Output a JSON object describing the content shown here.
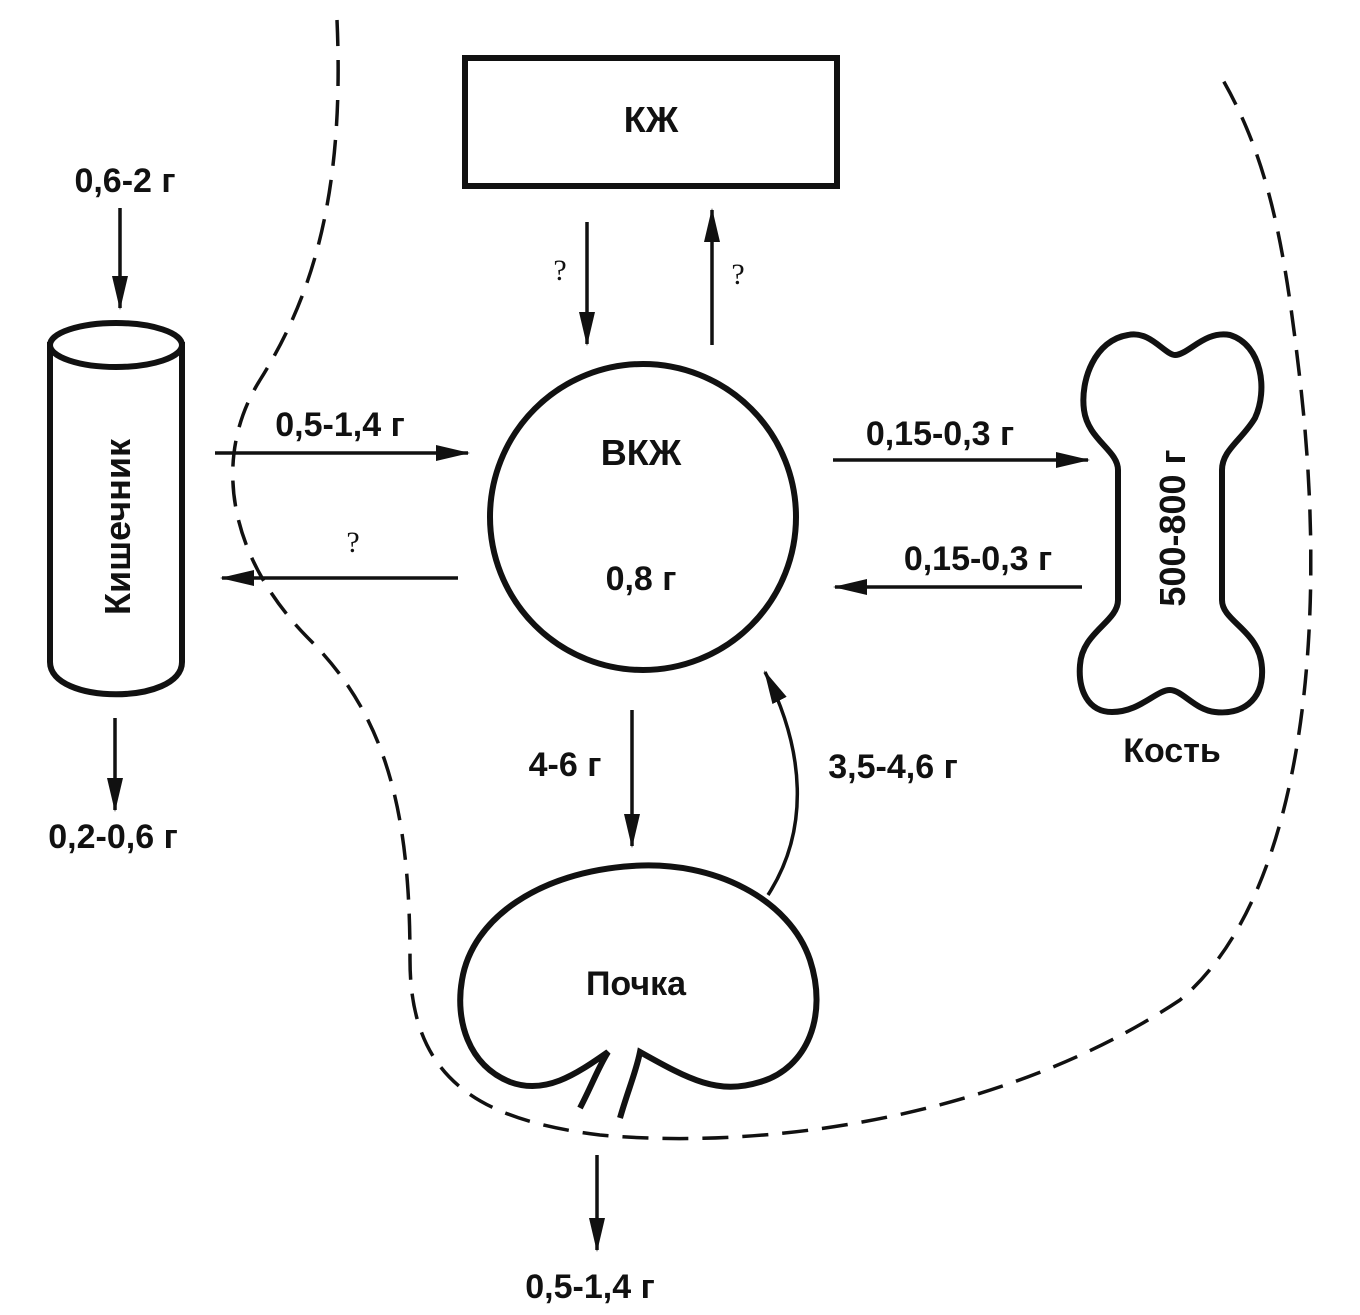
{
  "labels": {
    "ecf": "КЖ",
    "icf": "ВКЖ",
    "icf_amount": "0,8  г",
    "intestine": "Кишечник",
    "bone_amount": "500-800  г",
    "bone": "Кость",
    "kidney": "Почка",
    "intake": "0,6-2  г",
    "intestine_excretion": "0,2-0,6  г",
    "absorption": "0,5-1,4  г",
    "secretion_unknown": "?",
    "ecf_to_icf_unknown": "?",
    "icf_to_ecf_unknown": "?",
    "to_bone": "0,15-0,3  г",
    "from_bone": "0,15-0,3  г",
    "filtration": "4-6  г",
    "reabsorption": "3,5-4,6  г",
    "urine": "0,5-1,4  г"
  },
  "colors": {
    "stroke": "#111111",
    "background": "#ffffff"
  }
}
